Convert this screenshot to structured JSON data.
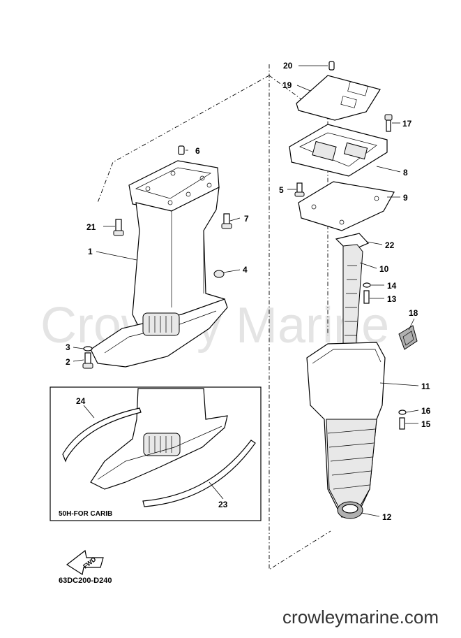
{
  "watermark": "Crowley Marine",
  "site_url": "crowleymarine.com",
  "diagram_code": "63DC200-D240",
  "inset_label": "50H-FOR CARIB",
  "fwd_label": "FWD",
  "callouts": {
    "c1": "1",
    "c2": "2",
    "c3": "3",
    "c4": "4",
    "c5": "5",
    "c6": "6",
    "c7": "7",
    "c8": "8",
    "c9": "9",
    "c10": "10",
    "c11": "11",
    "c12": "12",
    "c13": "13",
    "c14": "14",
    "c15": "15",
    "c16": "16",
    "c17": "17",
    "c18": "18",
    "c19": "19",
    "c20": "20",
    "c21": "21",
    "c22": "22",
    "c23": "23",
    "c24": "24"
  }
}
